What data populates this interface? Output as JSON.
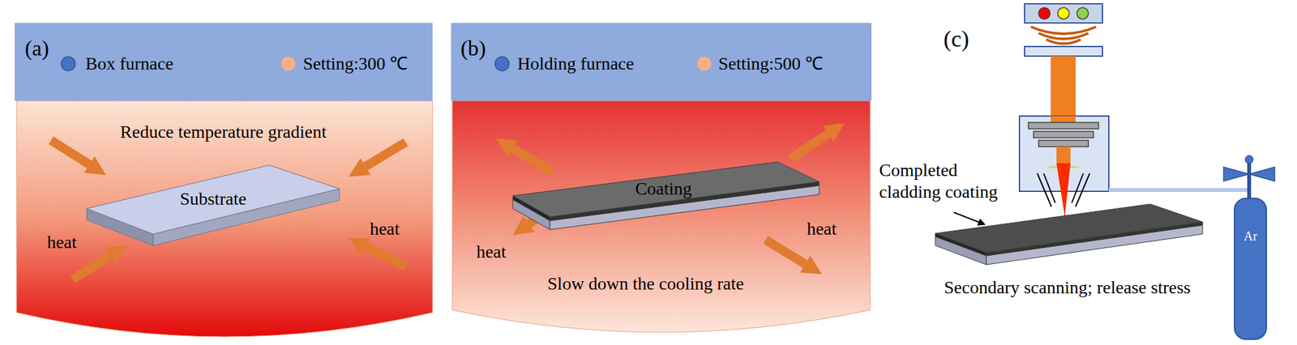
{
  "diagram": {
    "nodes": [
      {
        "text": [
          "(a)",
          "Box furnace",
          "Setting:300 ℃"
        ]
      },
      {
        "text": [
          "Reduce temperature gradient",
          "heat",
          "heat"
        ]
      },
      {
        "text": [
          "Substrate"
        ],
        "in": 1
      },
      {
        "text": [
          "(b)",
          "Holding furnace",
          "Setting:500 ℃"
        ]
      },
      {
        "text": [
          "Slow down the cooling rate",
          "heat",
          "heat"
        ]
      },
      {
        "text": [
          "Coating"
        ],
        "in": 4
      },
      {
        "text": [
          "Ar"
        ]
      }
    ],
    "labels": [
      "(c)",
      "Completed cladding coating",
      "Secondary scanning; release stress"
    ]
  }
}
